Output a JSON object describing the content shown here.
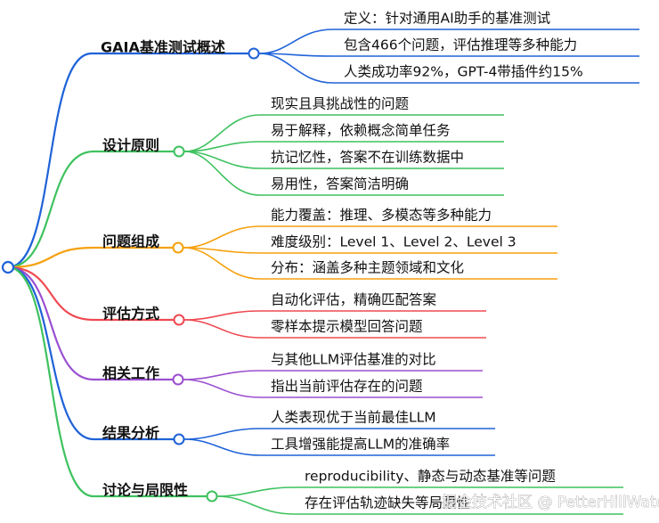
{
  "mindmap": {
    "root": {
      "color": "#1f62d8"
    },
    "branches": [
      {
        "label": "GAIA基准测试概述",
        "color": "#1f62d8",
        "leaves": [
          "定义：针对通用AI助手的基准测试",
          "包含466个问题，评估推理等多种能力",
          "人类成功率92%，GPT-4带插件约15%"
        ]
      },
      {
        "label": "设计原则",
        "color": "#3ec25f",
        "leaves": [
          "现实且具挑战性的问题",
          "易于解释，依赖概念简单任务",
          "抗记忆性，答案不在训练数据中",
          "易用性，答案简洁明确"
        ]
      },
      {
        "label": "问题组成",
        "color": "#f5a10e",
        "leaves": [
          "能力覆盖：推理、多模态等多种能力",
          "难度级别：Level 1、Level 2、Level 3",
          "分布：涵盖多种主题领域和文化"
        ]
      },
      {
        "label": "评估方式",
        "color": "#ef4a52",
        "leaves": [
          "自动化评估，精确匹配答案",
          "零样本提示模型回答问题"
        ]
      },
      {
        "label": "相关工作",
        "color": "#9b4fd0",
        "leaves": [
          "与其他LLM评估基准的对比",
          "指出当前评估存在的问题"
        ]
      },
      {
        "label": "结果分析",
        "color": "#1f62d8",
        "leaves": [
          "人类表现优于当前最佳LLM",
          "工具增强能提高LLM的准确率"
        ]
      },
      {
        "label": "讨论与局限性",
        "color": "#3ec25f",
        "leaves": [
          "reproducibility、静态与动态基准等问题",
          "存在评估轨迹缺失等局限性"
        ]
      }
    ]
  },
  "watermark": {
    "text": "掘金技术社区 @ PetterHillWater"
  }
}
